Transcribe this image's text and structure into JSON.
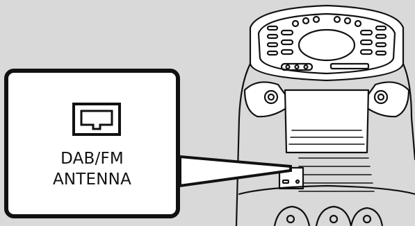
{
  "callout": {
    "label_line1": "DAB/FM",
    "label_line2": "ANTENNA",
    "icon": "antenna-jack-icon"
  },
  "device": {
    "icon": "speaker-device-illustration"
  },
  "colors": {
    "background": "#d9d9d9",
    "outline": "#111111",
    "callout_fill": "#ffffff"
  }
}
